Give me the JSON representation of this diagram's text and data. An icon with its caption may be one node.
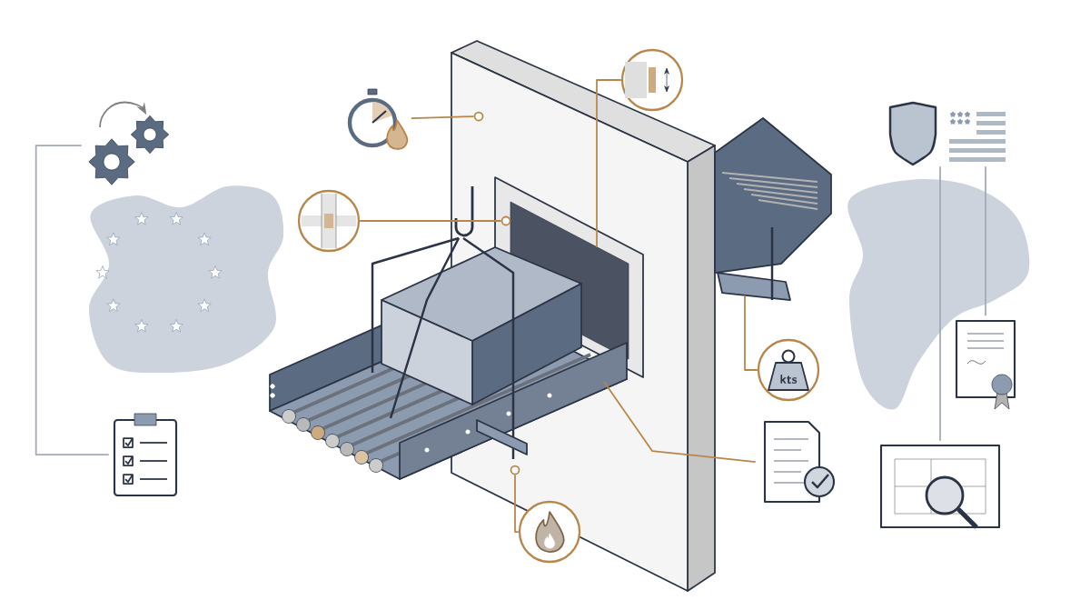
{
  "diagram": {
    "nodes": [
      {
        "text": [],
        "shape": "picture"
      },
      {
        "text": [],
        "shape": "picture"
      },
      {
        "text": [],
        "shape": "picture"
      },
      {
        "text": [],
        "shape": "circle"
      },
      {
        "text": [],
        "shape": "circle"
      },
      {
        "text": [
          "kts"
        ]
      },
      {
        "text": [],
        "shape": "picture"
      },
      {
        "text": [],
        "shape": "circle"
      },
      {
        "text": [],
        "shape": "picture"
      },
      {
        "text": [],
        "shape": "picture"
      },
      {
        "text": [],
        "shape": "picture"
      },
      {
        "text": [],
        "shape": "circle"
      },
      {
        "text": [],
        "shape": "circle"
      },
      {
        "text": [],
        "shape": "circle"
      }
    ],
    "edges": [
      {
        "from": 2,
        "to": 11,
        "arrow": "none"
      },
      {
        "from": 3,
        "to": 12,
        "arrow": "none"
      },
      {
        "from": 4,
        "to": null,
        "arrow": "none"
      },
      {
        "from": 5,
        "to": null,
        "arrow": "none"
      },
      {
        "from": 6,
        "to": null,
        "arrow": "none"
      },
      {
        "from": 7,
        "to": 13,
        "arrow": "none"
      },
      {
        "from": 0,
        "to": 1,
        "arrow": "none",
        "color": "#a3aab5"
      },
      {
        "from": 8,
        "to": 9,
        "arrow": "none",
        "color": "#a3aab5"
      },
      {
        "from": 8,
        "to": 10,
        "arrow": "none",
        "color": "#a3aab5"
      }
    ]
  }
}
